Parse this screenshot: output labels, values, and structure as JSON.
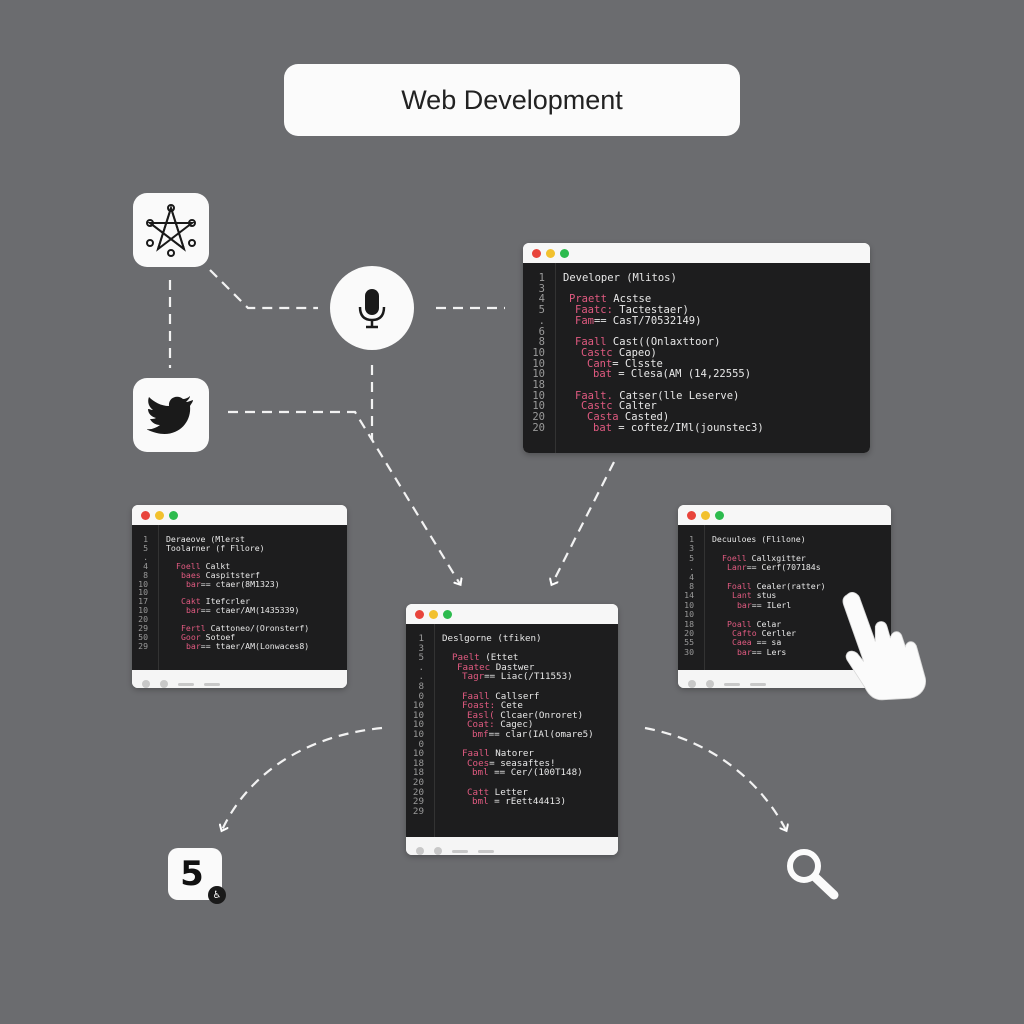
{
  "header": {
    "title": "Web Development"
  },
  "icons": {
    "network": "network-star-icon",
    "microphone": "microphone-icon",
    "twitter": "twitter-bird-icon",
    "html5": "html5-badge-icon",
    "search": "search-icon",
    "hand": "pointing-hand-icon"
  },
  "html5_badge": {
    "label": "5"
  },
  "colors": {
    "background": "#6b6c6f",
    "keyword": "#e05a80",
    "dot_red": "#e8453c",
    "dot_yellow": "#f2c12e",
    "dot_green": "#2dbb4e",
    "editor": "#1d1d1e"
  },
  "windows": [
    {
      "id": "top-right",
      "lines": [
        {
          "n": "1",
          "i": 0,
          "kw": "",
          "t": "Developer (Mlitos)"
        },
        {
          "n": "3",
          "i": 0,
          "kw": "",
          "t": ""
        },
        {
          "n": "4",
          "i": 1,
          "kw": "Praett",
          "t": " Acstse"
        },
        {
          "n": "5",
          "i": 2,
          "kw": "Faatc:",
          "t": " Tactestaer)"
        },
        {
          "n": ".",
          "i": 2,
          "kw": "Fam",
          "t": "== CasT/70532149)"
        },
        {
          "n": "6",
          "i": 0,
          "kw": "",
          "t": ""
        },
        {
          "n": "8",
          "i": 2,
          "kw": "Faall",
          "t": " Cast((Onlaxttoor)"
        },
        {
          "n": "10",
          "i": 3,
          "kw": "Castc",
          "t": " Capeo)"
        },
        {
          "n": "10",
          "i": 4,
          "kw": "Cant",
          "t": "= Clsste"
        },
        {
          "n": "10",
          "i": 5,
          "kw": "bat",
          "t": " = Clesa(AM (14,22555)"
        },
        {
          "n": "18",
          "i": 0,
          "kw": "",
          "t": ""
        },
        {
          "n": "10",
          "i": 2,
          "kw": "Faalt.",
          "t": " Catser(lle Leserve)"
        },
        {
          "n": "10",
          "i": 3,
          "kw": "Castc",
          "t": " Calter"
        },
        {
          "n": "20",
          "i": 4,
          "kw": "Casta",
          "t": " Casted)"
        },
        {
          "n": "20",
          "i": 5,
          "kw": "bat",
          "t": " = coftez/IMl(jounstec3)"
        }
      ]
    },
    {
      "id": "left",
      "lines": [
        {
          "n": "1",
          "i": 0,
          "kw": "",
          "t": "Deraeove (Mlerst"
        },
        {
          "n": "5",
          "i": 0,
          "kw": "",
          "t": "Toolarner (f Fllore)"
        },
        {
          "n": ".",
          "i": 0,
          "kw": "",
          "t": ""
        },
        {
          "n": "4",
          "i": 2,
          "kw": "Foell",
          "t": " Calkt"
        },
        {
          "n": "8",
          "i": 3,
          "kw": "baes",
          "t": " Caspitsterf"
        },
        {
          "n": "10",
          "i": 4,
          "kw": "bar",
          "t": "== ctaer(8M1323)"
        },
        {
          "n": "10",
          "i": 0,
          "kw": "",
          "t": ""
        },
        {
          "n": "17",
          "i": 3,
          "kw": "Cakt",
          "t": " Itefcrler"
        },
        {
          "n": "10",
          "i": 4,
          "kw": "bar",
          "t": "== ctaer/AM(1435339)"
        },
        {
          "n": "20",
          "i": 0,
          "kw": "",
          "t": ""
        },
        {
          "n": "29",
          "i": 3,
          "kw": "Fertl",
          "t": " Cattoneo/(Oronsterf)"
        },
        {
          "n": "50",
          "i": 3,
          "kw": "Goor",
          "t": " Sotoef"
        },
        {
          "n": "29",
          "i": 4,
          "kw": "bar",
          "t": "== ttaer/AM(Lonwaces8)"
        }
      ]
    },
    {
      "id": "center",
      "lines": [
        {
          "n": "1",
          "i": 0,
          "kw": "",
          "t": "Deslgorne (tfiken)"
        },
        {
          "n": "3",
          "i": 0,
          "kw": "",
          "t": ""
        },
        {
          "n": "5",
          "i": 2,
          "kw": "Paelt",
          "t": " (Ettet"
        },
        {
          "n": ".",
          "i": 3,
          "kw": "Faatec",
          "t": " Dastwer"
        },
        {
          "n": ".",
          "i": 4,
          "kw": "Tagr",
          "t": "== Liac(/T11553)"
        },
        {
          "n": "8",
          "i": 0,
          "kw": "",
          "t": ""
        },
        {
          "n": "0",
          "i": 4,
          "kw": "Faall",
          "t": " Callserf"
        },
        {
          "n": "10",
          "i": 4,
          "kw": "Foast:",
          "t": " Cete"
        },
        {
          "n": "10",
          "i": 5,
          "kw": "Easl(",
          "t": " Clcaer(Onroret)"
        },
        {
          "n": "10",
          "i": 5,
          "kw": "Coat:",
          "t": " Cagec)"
        },
        {
          "n": "10",
          "i": 6,
          "kw": "bmf",
          "t": "== clar(IAl(omare5)"
        },
        {
          "n": "0",
          "i": 0,
          "kw": "",
          "t": ""
        },
        {
          "n": "10",
          "i": 4,
          "kw": "Faall",
          "t": " Natorer"
        },
        {
          "n": "18",
          "i": 5,
          "kw": "Coes",
          "t": "= seasaftes!"
        },
        {
          "n": "18",
          "i": 6,
          "kw": "bml",
          "t": " == Cer/(100T148)"
        },
        {
          "n": "20",
          "i": 0,
          "kw": "",
          "t": ""
        },
        {
          "n": "20",
          "i": 5,
          "kw": "Catt",
          "t": " Letter"
        },
        {
          "n": "29",
          "i": 6,
          "kw": "bml",
          "t": " = rEett44413)"
        },
        {
          "n": "29",
          "i": 0,
          "kw": "",
          "t": ""
        }
      ]
    },
    {
      "id": "right",
      "lines": [
        {
          "n": "1",
          "i": 0,
          "kw": "",
          "t": "Decuuloes (Flilone)"
        },
        {
          "n": "3",
          "i": 0,
          "kw": "",
          "t": ""
        },
        {
          "n": "5",
          "i": 2,
          "kw": "Foell",
          "t": " Callxgitter"
        },
        {
          "n": ".",
          "i": 3,
          "kw": "Lanr",
          "t": "== Cerf(707184s"
        },
        {
          "n": "4",
          "i": 0,
          "kw": "",
          "t": ""
        },
        {
          "n": "8",
          "i": 3,
          "kw": "Foall",
          "t": " Cealer(ratter)"
        },
        {
          "n": "14",
          "i": 4,
          "kw": "Lant",
          "t": " stus"
        },
        {
          "n": "10",
          "i": 5,
          "kw": "bar",
          "t": "== ILerl"
        },
        {
          "n": "10",
          "i": 0,
          "kw": "",
          "t": ""
        },
        {
          "n": "18",
          "i": 3,
          "kw": "Poall",
          "t": " Celar"
        },
        {
          "n": "20",
          "i": 4,
          "kw": "Cafto",
          "t": " Cerller"
        },
        {
          "n": "55",
          "i": 4,
          "kw": "Caea",
          "t": " == sa"
        },
        {
          "n": "30",
          "i": 5,
          "kw": "bar",
          "t": "== Lers"
        }
      ]
    }
  ]
}
